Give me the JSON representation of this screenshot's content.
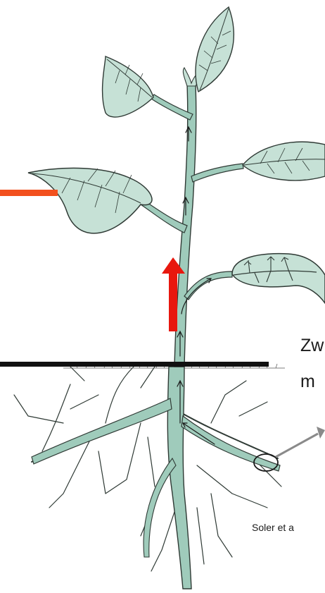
{
  "labels": {
    "zw": "Zw",
    "m": "m",
    "soler": "Soler et a"
  },
  "colors": {
    "leaf_fill": "#c6e1d6",
    "stem_fill": "#9fcbbb",
    "outline": "#2f3a35",
    "red_arrow": "#e8170e",
    "orange_line": "#f2501e",
    "ground_line": "#111111",
    "pointer": "#8a8a8a"
  }
}
